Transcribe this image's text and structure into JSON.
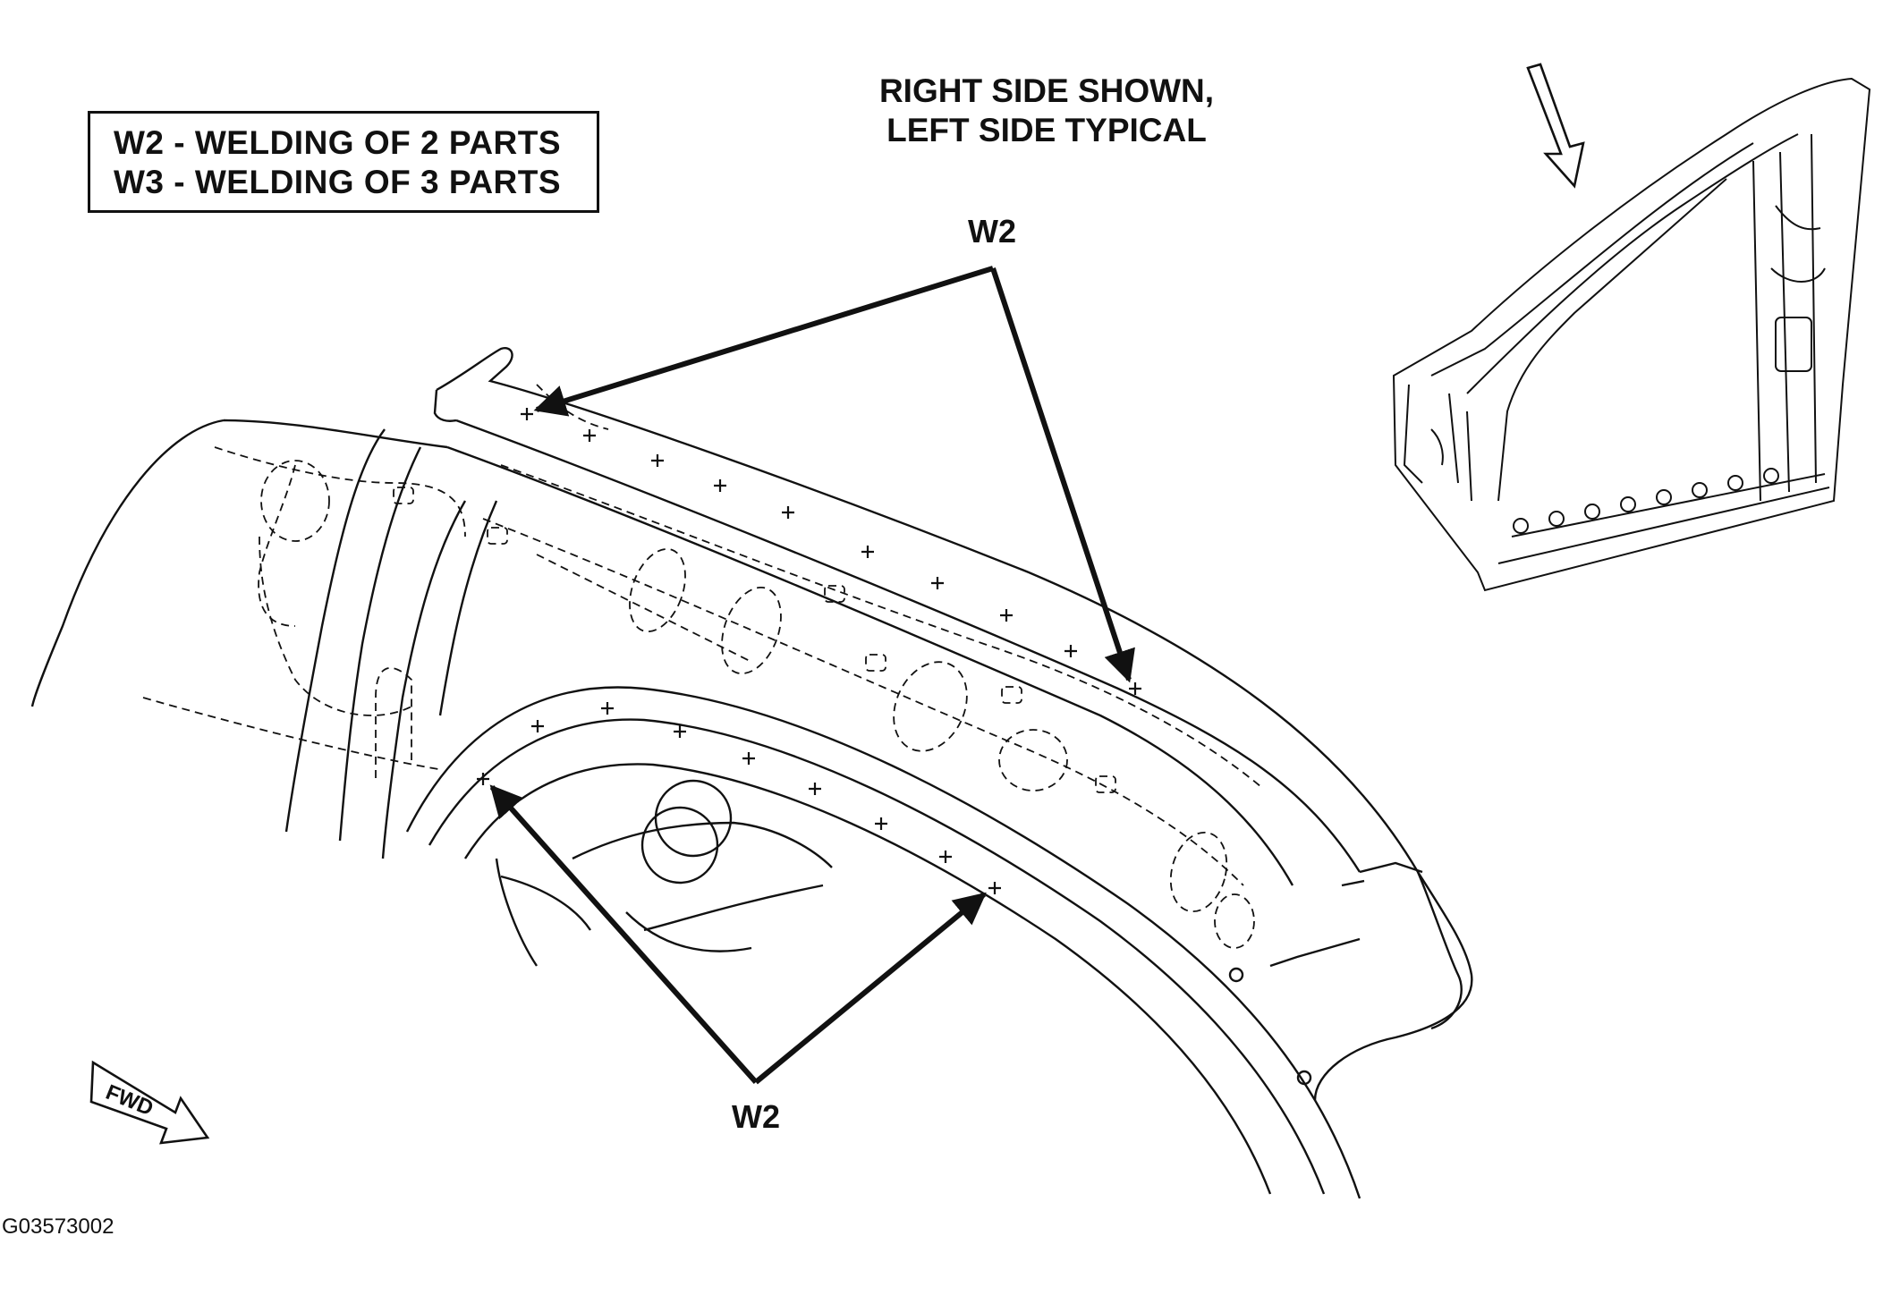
{
  "legend": {
    "line1": "W2 - WELDING OF 2 PARTS",
    "line2": "W3 - WELDING OF 3 PARTS"
  },
  "title": {
    "line1": "RIGHT SIDE SHOWN,",
    "line2": "LEFT SIDE TYPICAL"
  },
  "callouts": {
    "upper": "W2",
    "lower": "W2"
  },
  "direction_label": "FWD",
  "figure_id": "G03573002"
}
